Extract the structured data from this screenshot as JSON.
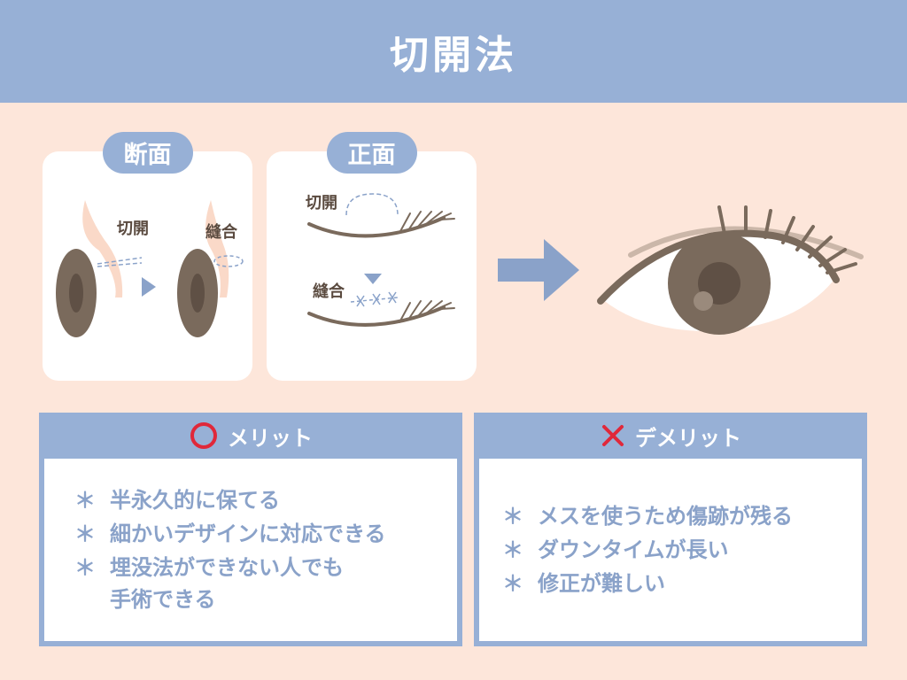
{
  "header": {
    "title": "切開法"
  },
  "cross_section": {
    "title": "断面",
    "label_incision": "切開",
    "label_suture": "縫合"
  },
  "front_view": {
    "title": "正面",
    "label_incision": "切開",
    "label_suture": "縫合"
  },
  "merits": {
    "title": "メリット",
    "bullet": "＊",
    "items": [
      "半永久的に保てる",
      "細かいデザインに対応できる",
      "埋没法ができない人でも\n手術できる"
    ]
  },
  "demerits": {
    "title": "デメリット",
    "bullet": "＊",
    "items": [
      "メスを使うため傷跡が残る",
      "ダウンタイムが長い",
      "修正が難しい"
    ]
  },
  "colors": {
    "header_bg": "#97b0d6",
    "page_bg": "#fde6da",
    "text_blue": "#8aa2c9",
    "eye_brown": "#7a6a5c",
    "skin_pink": "#fad9c8",
    "circle_red": "#e0283a"
  }
}
